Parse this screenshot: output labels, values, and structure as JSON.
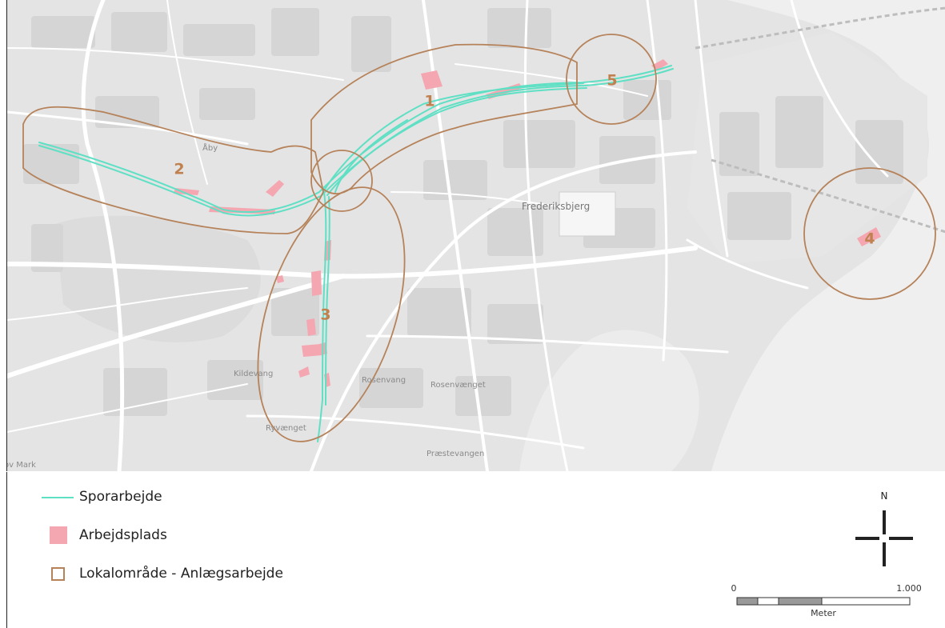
{
  "map": {
    "places": {
      "aby": "Åby",
      "frederiksbjerg": "Frederiksbjerg",
      "kildevang": "Kildevang",
      "rosenvang": "Rosenvang",
      "rosenvaenget": "Rosenvænget",
      "ryvaenget": "Ryvænget",
      "praestevangen": "Præstevangen",
      "mark": "ov Mark"
    },
    "zones": [
      {
        "id": "1",
        "label": "1"
      },
      {
        "id": "2",
        "label": "2"
      },
      {
        "id": "3",
        "label": "3"
      },
      {
        "id": "4",
        "label": "4"
      },
      {
        "id": "5",
        "label": "5"
      }
    ],
    "colors": {
      "track": "#5fe0c4",
      "worksite": "#f4a7b1",
      "zone_outline": "#b5825a",
      "water": "#efefef",
      "land": "#e3e3e3",
      "roads": "#ffffff",
      "buildings": "#d2d2d2"
    }
  },
  "legend": {
    "items": [
      {
        "label": "Sporarbejde",
        "symbol": "line-icon"
      },
      {
        "label": "Arbejdsplads",
        "symbol": "fill-square-icon"
      },
      {
        "label": "Lokalområde - Anlægsarbejde",
        "symbol": "outline-square-icon"
      }
    ]
  },
  "north_arrow": {
    "label": "N"
  },
  "scale_bar": {
    "min_label": "0",
    "max_label": "1.000",
    "unit": "Meter"
  }
}
